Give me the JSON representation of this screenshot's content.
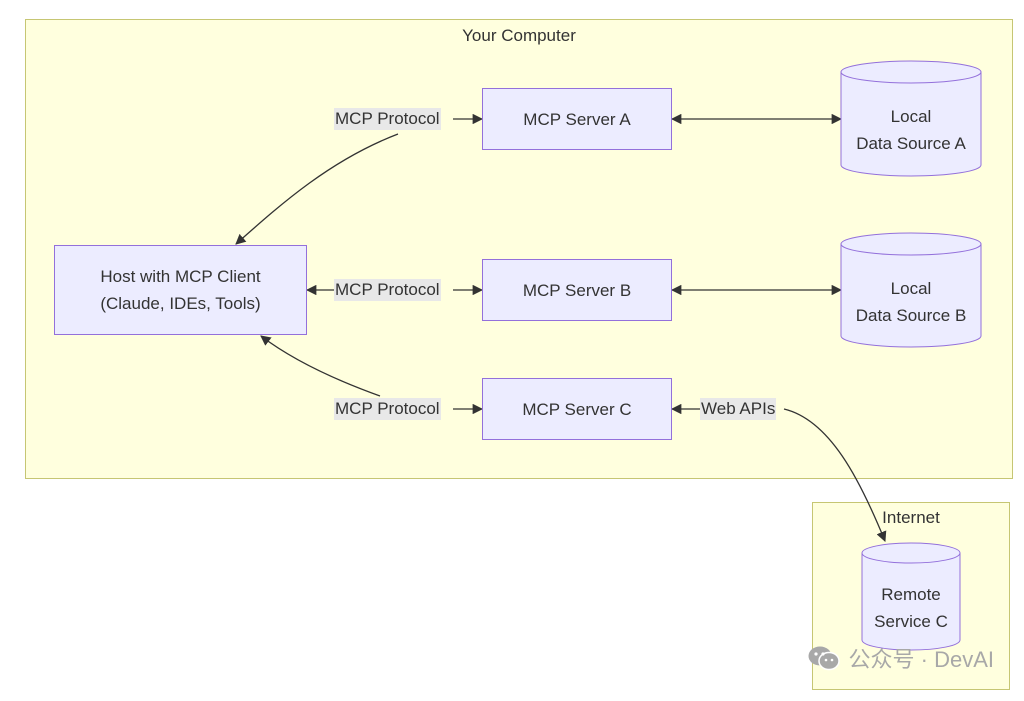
{
  "clusters": {
    "computer": {
      "title": "Your Computer"
    },
    "internet": {
      "title": "Internet"
    }
  },
  "nodes": {
    "host": {
      "line1": "Host with MCP Client",
      "line2": "(Claude, IDEs, Tools)"
    },
    "server_a": "MCP Server A",
    "server_b": "MCP Server B",
    "server_c": "MCP Server C",
    "data_a": {
      "line1": "Local",
      "line2": "Data Source A"
    },
    "data_b": {
      "line1": "Local",
      "line2": "Data Source B"
    },
    "remote_c": {
      "line1": "Remote",
      "line2": "Service C"
    }
  },
  "edge_labels": {
    "a": "MCP Protocol",
    "b": "MCP Protocol",
    "c": "MCP Protocol",
    "web": "Web APIs"
  },
  "watermark": {
    "text": "公众号 · DevAI",
    "icon": "wechat-icon"
  },
  "colors": {
    "node_fill": "#ececff",
    "node_border": "#9370db",
    "cluster_fill": "#ffffde",
    "cluster_border": "#c6c673",
    "label_bg": "#e8e8e8"
  }
}
